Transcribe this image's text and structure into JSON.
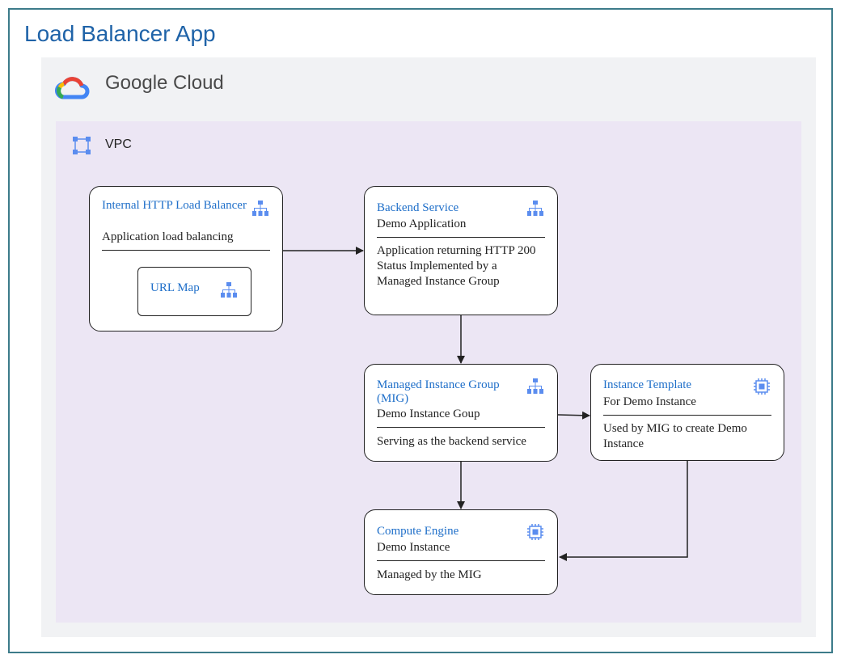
{
  "app_title": "Load Balancer App",
  "cloud": {
    "title": "Google Cloud"
  },
  "vpc": {
    "title": "VPC"
  },
  "nodes": {
    "lb": {
      "title": "Internal HTTP Load Balancer",
      "sub": "Application load balancing"
    },
    "urlmap": {
      "title": "URL Map"
    },
    "backend": {
      "title": "Backend Service",
      "sub": "Demo Application",
      "body": "Application returning HTTP 200 Status Implemented by a Managed Instance Group"
    },
    "mig": {
      "title": "Managed Instance Group (MIG)",
      "sub": "Demo Instance Goup",
      "body": "Serving as the backend service"
    },
    "template": {
      "title": "Instance Template",
      "sub": "For Demo Instance",
      "body": "Used by MIG to create Demo Instance"
    },
    "compute": {
      "title": "Compute Engine",
      "sub": "Demo Instance",
      "body": "Managed by the MIG"
    }
  },
  "colors": {
    "title_blue": "#1f63a8",
    "node_title": "#1f6fc9",
    "vpc_bg": "#ece6f4",
    "cloud_bg": "#f1f2f4",
    "frame": "#3c7b8a"
  }
}
